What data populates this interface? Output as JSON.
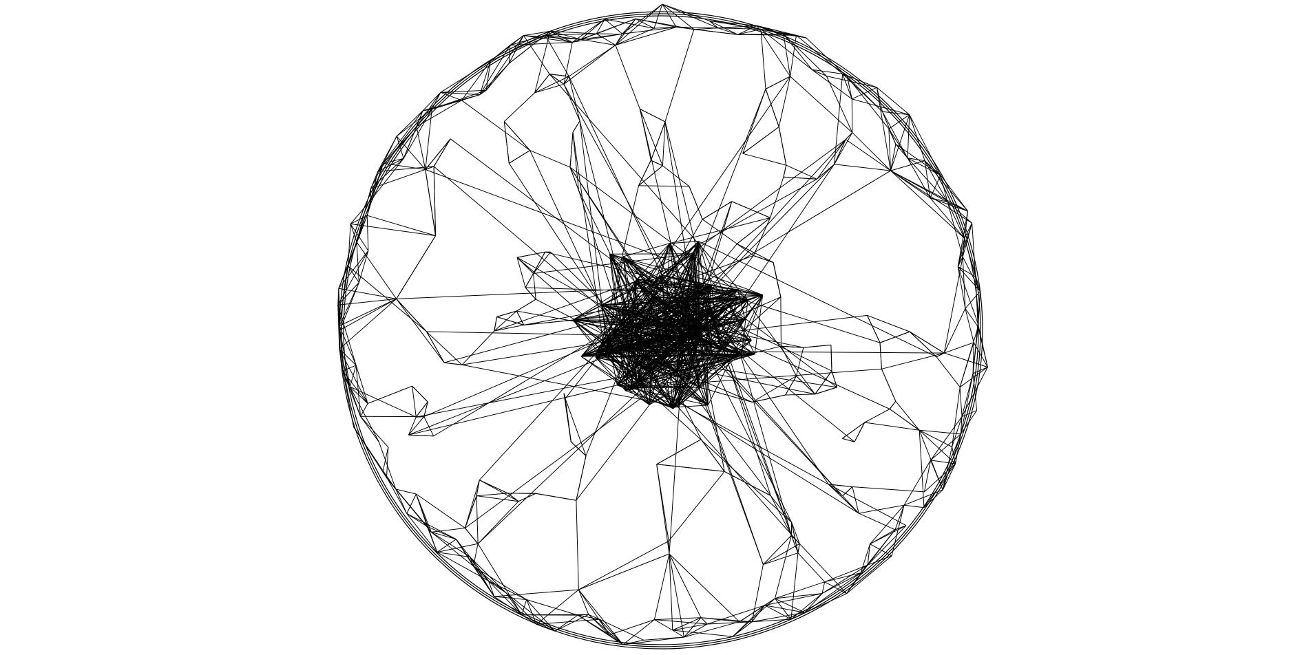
{
  "diagram": {
    "type": "network-graph",
    "layout": "radial-force-directed",
    "background_color": "#ffffff",
    "edge_color": "#000000",
    "labels": [],
    "seed": 73
  }
}
